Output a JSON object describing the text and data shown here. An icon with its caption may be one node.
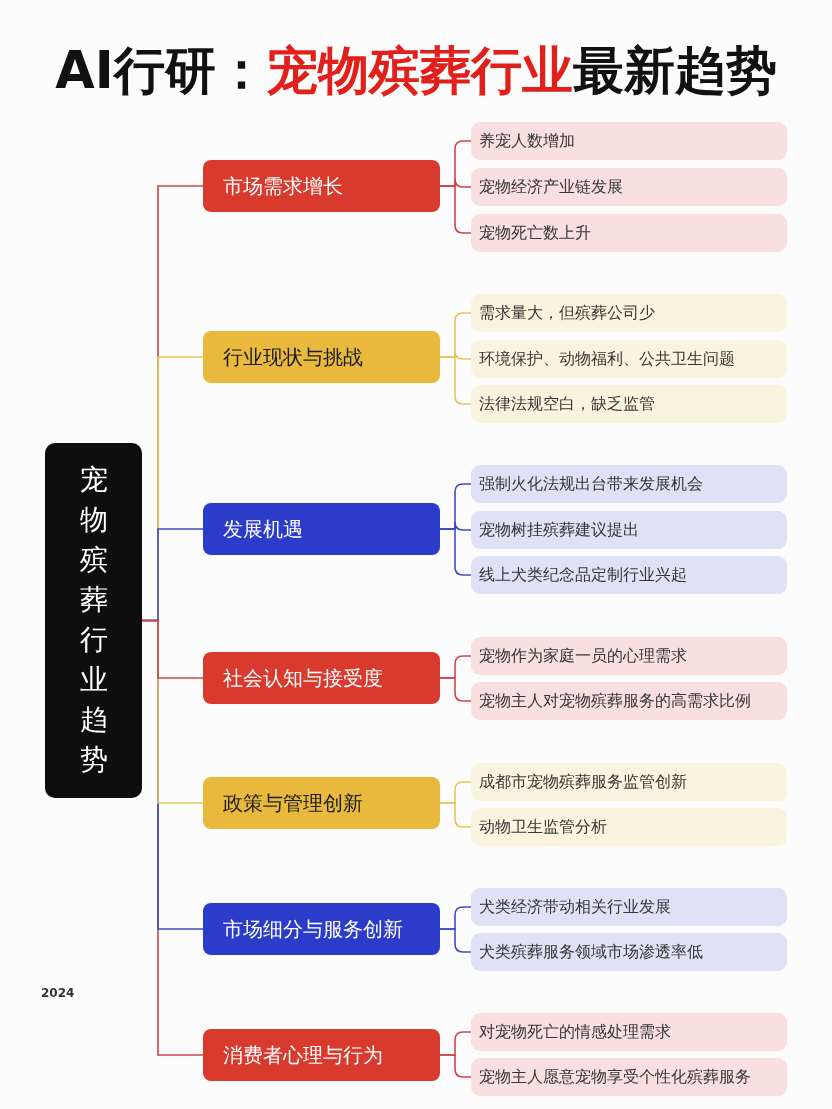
{
  "diagram": {
    "title": "AI行研：**宠物殡葬行业**最新趋势",
    "nodes": [
      {
        "text": [
          "宠物殡葬行业趋势"
        ]
      },
      {
        "text": [
          "市场需求增长"
        ]
      },
      {
        "text": [
          "养宠人数增加"
        ]
      },
      {
        "text": [
          "宠物经济产业链发展"
        ]
      },
      {
        "text": [
          "宠物死亡数上升"
        ]
      },
      {
        "text": [
          "行业现状与挑战"
        ]
      },
      {
        "text": [
          "需求量大，但殡葬公司少"
        ]
      },
      {
        "text": [
          "环境保护、动物福利、公共卫生问题"
        ]
      },
      {
        "text": [
          "法律法规空白，缺乏监管"
        ]
      },
      {
        "text": [
          "发展机遇"
        ]
      },
      {
        "text": [
          "强制火化法规出台带来发展机会"
        ]
      },
      {
        "text": [
          "宠物树挂殡葬建议提出"
        ]
      },
      {
        "text": [
          "线上犬类纪念品定制行业兴起"
        ]
      },
      {
        "text": [
          "社会认知与接受度"
        ]
      },
      {
        "text": [
          "宠物作为家庭一员的心理需求"
        ]
      },
      {
        "text": [
          "宠物主人对宠物殡葬服务的高需求比例"
        ]
      },
      {
        "text": [
          "政策与管理创新"
        ]
      },
      {
        "text": [
          "成都市宠物殡葬服务监管创新"
        ]
      },
      {
        "text": [
          "动物卫生监管分析"
        ]
      },
      {
        "text": [
          "市场细分与服务创新"
        ]
      },
      {
        "text": [
          "犬类经济带动相关行业发展"
        ]
      },
      {
        "text": [
          "犬类殡葬服务领域市场渗透率低"
        ]
      },
      {
        "text": [
          "消费者心理与行为"
        ]
      },
      {
        "text": [
          "对宠物死亡的情感处理需求"
        ]
      },
      {
        "text": [
          "宠物主人愿意宠物享受个性化殡葬服务"
        ]
      }
    ],
    "edges": [
      {
        "from": 0,
        "to": 1,
        "arrow": "none"
      },
      {
        "from": 1,
        "to": 2,
        "arrow": "none"
      },
      {
        "from": 1,
        "to": 3,
        "arrow": "none"
      },
      {
        "from": 1,
        "to": 4,
        "arrow": "none"
      },
      {
        "from": 0,
        "to": 5,
        "arrow": "none",
        "color": "#e6c65a"
      },
      {
        "from": 5,
        "to": 6,
        "arrow": "none",
        "color": "#e6c65a"
      },
      {
        "from": 5,
        "to": 7,
        "arrow": "none",
        "color": "#e6c65a"
      },
      {
        "from": 5,
        "to": 8,
        "arrow": "none",
        "color": "#e6c65a"
      },
      {
        "from": 0,
        "to": 9,
        "arrow": "none",
        "color": "#3d4cc6"
      },
      {
        "from": 9,
        "to": 10,
        "arrow": "none",
        "color": "#3d4cc6"
      },
      {
        "from": 9,
        "to": 11,
        "arrow": "none",
        "color": "#3d4cc6"
      },
      {
        "from": 9,
        "to": 12,
        "arrow": "none",
        "color": "#3d4cc6"
      },
      {
        "from": 0,
        "to": 13,
        "arrow": "none"
      },
      {
        "from": 13,
        "to": 14,
        "arrow": "none"
      },
      {
        "from": 13,
        "to": 15,
        "arrow": "none"
      },
      {
        "from": 0,
        "to": 16,
        "arrow": "none",
        "color": "#e6c65a"
      },
      {
        "from": 16,
        "to": 17,
        "arrow": "none",
        "color": "#e6c65a"
      },
      {
        "from": 16,
        "to": 18,
        "arrow": "none",
        "color": "#e6c65a"
      },
      {
        "from": 0,
        "to": 19,
        "arrow": "none",
        "color": "#3d4cc6"
      },
      {
        "from": 19,
        "to": 20,
        "arrow": "none",
        "color": "#3d4cc6"
      },
      {
        "from": 19,
        "to": 21,
        "arrow": "none",
        "color": "#3d4cc6"
      },
      {
        "from": 0,
        "to": 22,
        "arrow": "none"
      },
      {
        "from": 22,
        "to": 23,
        "arrow": "none"
      },
      {
        "from": 22,
        "to": 24,
        "arrow": "none"
      }
    ],
    "labels": [
      "2024"
    ]
  }
}
